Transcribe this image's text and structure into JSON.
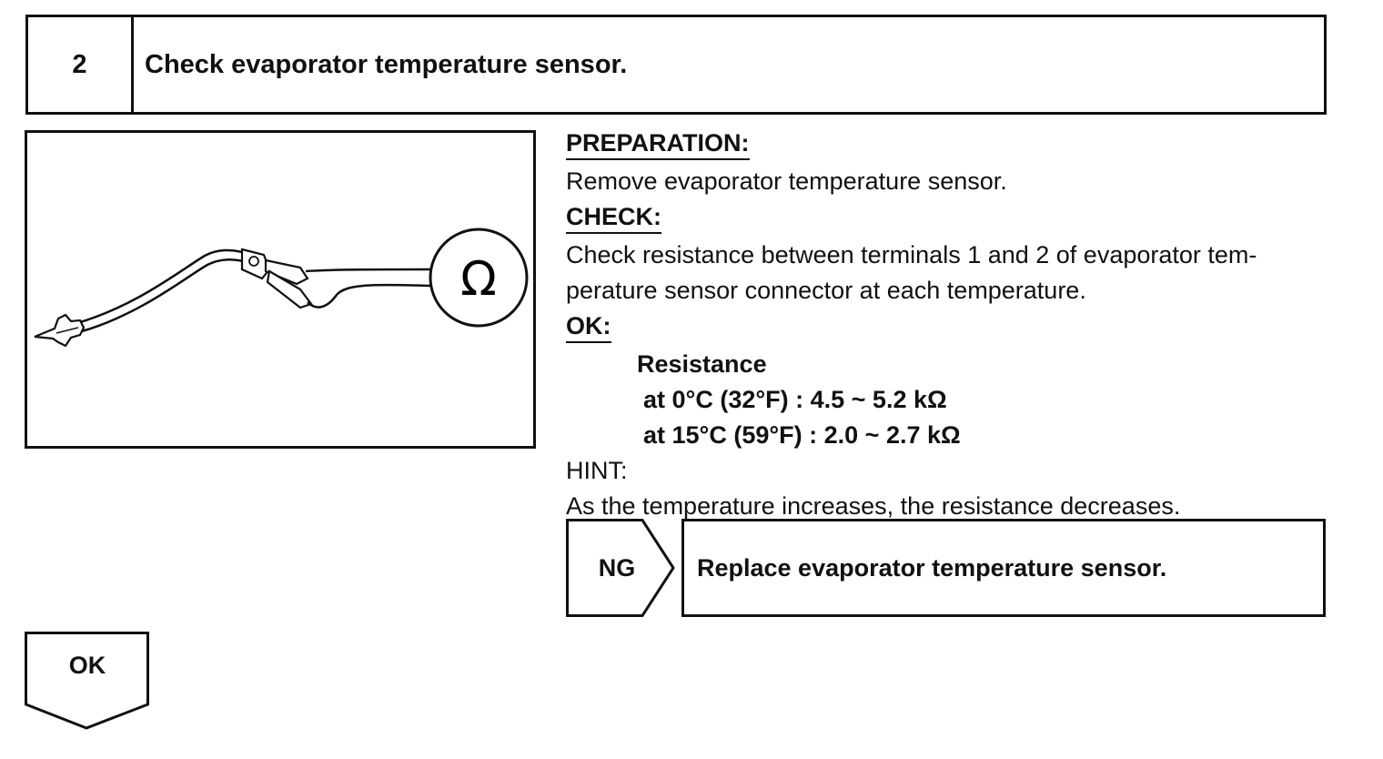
{
  "step": {
    "number": "2",
    "title": "Check evaporator temperature sensor."
  },
  "illustration": {
    "meter_symbol": "Ω",
    "icon": "ohmmeter-icon"
  },
  "preparation": {
    "heading": "PREPARATION:",
    "text": "Remove evaporator temperature sensor."
  },
  "check": {
    "heading": "CHECK:",
    "line1": "Check resistance between terminals 1 and 2 of evaporator tem-",
    "line2": "perature sensor connector at each temperature."
  },
  "ok_section": {
    "heading": "OK:",
    "spec_title": "Resistance",
    "spec_rows": [
      "at 0°C (32°F) : 4.5 ~ 5.2 kΩ",
      "at 15°C (59°F) : 2.0 ~ 2.7 kΩ"
    ]
  },
  "hint": {
    "heading": "HINT:",
    "text": "As the temperature increases, the resistance decreases."
  },
  "ng_result": {
    "label": "NG",
    "action": "Replace evaporator temperature sensor."
  },
  "ok_result": {
    "label": "OK"
  }
}
